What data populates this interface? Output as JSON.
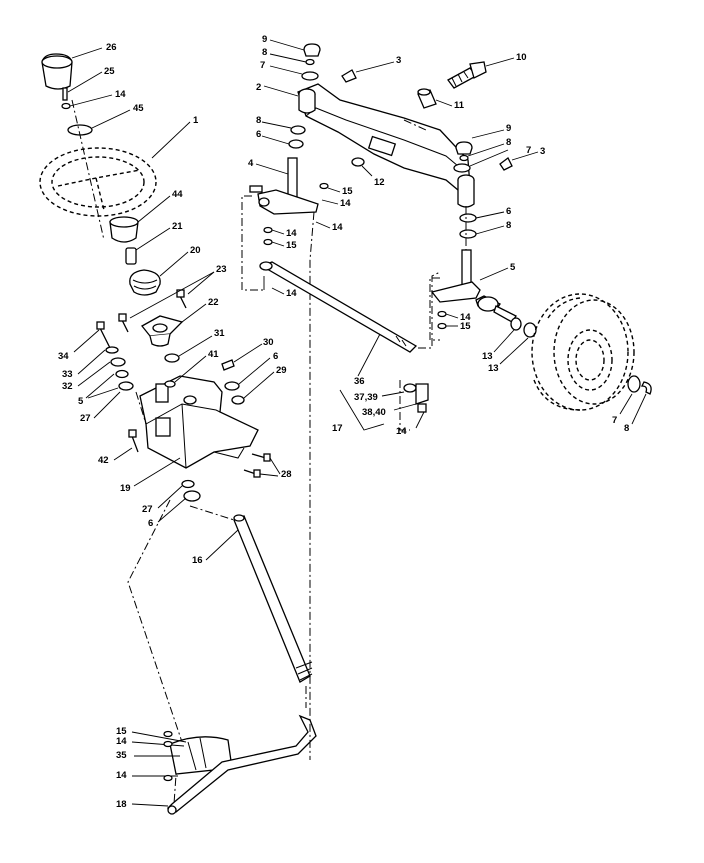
{
  "callouts": [
    {
      "id": "c26",
      "text": "26"
    },
    {
      "id": "c25",
      "text": "25"
    },
    {
      "id": "c14a",
      "text": "14"
    },
    {
      "id": "c45",
      "text": "45"
    },
    {
      "id": "c1",
      "text": "1"
    },
    {
      "id": "c44",
      "text": "44"
    },
    {
      "id": "c21",
      "text": "21"
    },
    {
      "id": "c20",
      "text": "20"
    },
    {
      "id": "c23",
      "text": "23"
    },
    {
      "id": "c22",
      "text": "22"
    },
    {
      "id": "c31",
      "text": "31"
    },
    {
      "id": "c34",
      "text": "34"
    },
    {
      "id": "c41",
      "text": "41"
    },
    {
      "id": "c30",
      "text": "30"
    },
    {
      "id": "c33",
      "text": "33"
    },
    {
      "id": "c32",
      "text": "32"
    },
    {
      "id": "c6a",
      "text": "6"
    },
    {
      "id": "c29",
      "text": "29"
    },
    {
      "id": "c5a",
      "text": "5"
    },
    {
      "id": "c27a",
      "text": "27"
    },
    {
      "id": "c42",
      "text": "42"
    },
    {
      "id": "c19",
      "text": "19"
    },
    {
      "id": "c28",
      "text": "28"
    },
    {
      "id": "c27b",
      "text": "27"
    },
    {
      "id": "c6b",
      "text": "6"
    },
    {
      "id": "c16",
      "text": "16"
    },
    {
      "id": "c15a",
      "text": "15"
    },
    {
      "id": "c14b",
      "text": "14"
    },
    {
      "id": "c35",
      "text": "35"
    },
    {
      "id": "c14c",
      "text": "14"
    },
    {
      "id": "c18",
      "text": "18"
    },
    {
      "id": "c9a",
      "text": "9"
    },
    {
      "id": "c8a",
      "text": "8"
    },
    {
      "id": "c7a",
      "text": "7"
    },
    {
      "id": "c3a",
      "text": "3"
    },
    {
      "id": "c10",
      "text": "10"
    },
    {
      "id": "c2",
      "text": "2"
    },
    {
      "id": "c11",
      "text": "11"
    },
    {
      "id": "c8b",
      "text": "8"
    },
    {
      "id": "c6c",
      "text": "6"
    },
    {
      "id": "c9b",
      "text": "9"
    },
    {
      "id": "c8c",
      "text": "8"
    },
    {
      "id": "c7b",
      "text": "7"
    },
    {
      "id": "c3b",
      "text": "3"
    },
    {
      "id": "c12",
      "text": "12"
    },
    {
      "id": "c4",
      "text": "4"
    },
    {
      "id": "c15b",
      "text": "15"
    },
    {
      "id": "c14d",
      "text": "14"
    },
    {
      "id": "c14e",
      "text": "14"
    },
    {
      "id": "c14f",
      "text": "14"
    },
    {
      "id": "c15c",
      "text": "15"
    },
    {
      "id": "c6d",
      "text": "6"
    },
    {
      "id": "c8d",
      "text": "8"
    },
    {
      "id": "c5b",
      "text": "5"
    },
    {
      "id": "c14g",
      "text": "14"
    },
    {
      "id": "c14h",
      "text": "14"
    },
    {
      "id": "c15d",
      "text": "15"
    },
    {
      "id": "c13a",
      "text": "13"
    },
    {
      "id": "c13b",
      "text": "13"
    },
    {
      "id": "c36",
      "text": "36"
    },
    {
      "id": "c3739",
      "text": "37,39"
    },
    {
      "id": "c3840",
      "text": "38,40"
    },
    {
      "id": "c17",
      "text": "17"
    },
    {
      "id": "c14i",
      "text": "14"
    },
    {
      "id": "c7c",
      "text": "7"
    },
    {
      "id": "c8e",
      "text": "8"
    }
  ]
}
